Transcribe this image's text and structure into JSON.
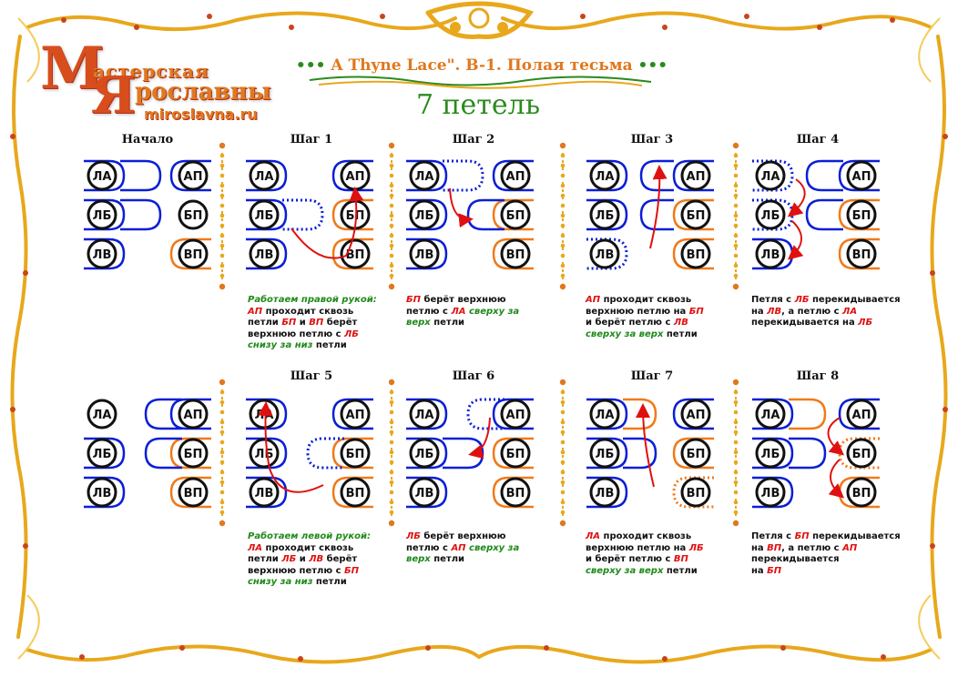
{
  "logo": {
    "line1_initial": "М",
    "line1_word": "астерская",
    "line2_initial": "Я",
    "line2_word": "рославны",
    "url": "miroslavna.ru"
  },
  "header": {
    "dots_left": "•••",
    "title": "A Thyne Lace\". B-1. Полая тесьма",
    "dots_right": "•••",
    "subtitle": "7 петель"
  },
  "loops": {
    "la": "ЛА",
    "lb": "ЛБ",
    "lv": "ЛВ",
    "ap": "АП",
    "bp": "БП",
    "vp": "ВП"
  },
  "colors": {
    "blue": "#0a1fd6",
    "orange": "#f07a1a",
    "red": "#e01010",
    "green": "#1f8a1a",
    "gold": "#e8a81c"
  },
  "steps": [
    {
      "title": "Начало"
    },
    {
      "title": "Шаг 1",
      "cap": [
        "Работаем правой рукой:",
        "АП",
        " проходит сквозь",
        "петли ",
        "БП",
        " и ",
        "ВП",
        " берёт",
        "верхнюю петлю с ",
        "ЛБ",
        "снизу за низ",
        " петли"
      ]
    },
    {
      "title": "Шаг 2",
      "cap": [
        "БП",
        " берёт верхнюю",
        "петлю с ",
        "ЛА",
        " сверху за",
        "верх",
        " петли"
      ]
    },
    {
      "title": "Шаг 3",
      "cap": [
        "АП",
        " проходит сквозь",
        "верхнюю петлю на ",
        "БП",
        "и берёт петлю с ",
        "ЛВ",
        "сверху за верх",
        " петли"
      ]
    },
    {
      "title": "Шаг 4",
      "cap": [
        "Петля с ",
        "ЛБ",
        " перекидывается",
        "на ",
        "ЛВ",
        ", а петлю с ",
        "ЛА",
        "перекидывается на ",
        "ЛБ"
      ]
    },
    {
      "title": "Шаг 5",
      "cap": [
        "Работаем левой рукой:",
        "ЛА",
        " проходит сквозь",
        "петли ",
        "ЛБ",
        " и ",
        "ЛВ",
        " берёт",
        "верхнюю петлю с ",
        "БП",
        "снизу за низ",
        " петли"
      ]
    },
    {
      "title": "Шаг 6",
      "cap": [
        "ЛБ",
        " берёт верхнюю",
        "петлю с ",
        "АП",
        " сверху за",
        "верх",
        " петли"
      ]
    },
    {
      "title": "Шаг 7",
      "cap": [
        "ЛА",
        " проходит сквозь",
        "верхнюю петлю на ",
        "ЛБ",
        "и берёт петлю с ",
        "ВП",
        "сверху за верх",
        " петли"
      ]
    },
    {
      "title": "Шаг 8",
      "cap": [
        "Петля с ",
        "БП",
        " перекидывается",
        "на ",
        "ВП",
        ", а петлю с ",
        "АП",
        "перекидывается",
        "на ",
        "БП"
      ]
    }
  ]
}
